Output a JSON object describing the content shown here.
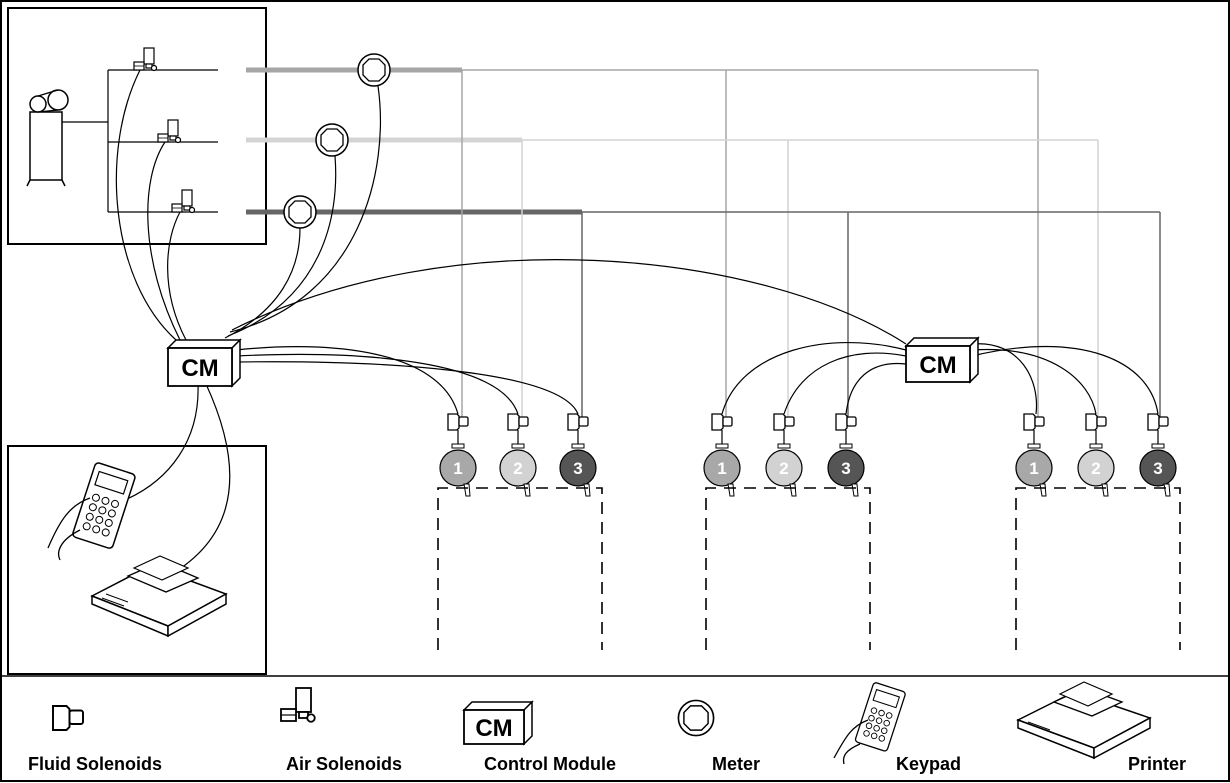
{
  "diagram": {
    "control_module_label": "CM",
    "pump_numbers": [
      "1",
      "2",
      "3"
    ],
    "colors": {
      "fluid_1": "#a6a6a6",
      "fluid_2": "#d4d4d4",
      "fluid_3": "#666666",
      "pump_1": "#a8a8a8",
      "pump_2": "#d2d2d2",
      "pump_3": "#555555",
      "wire": "#000000"
    }
  },
  "legend": {
    "fluid_solenoids": "Fluid Solenoids",
    "air_solenoids": "Air Solenoids",
    "control_module": "Control Module",
    "control_module_icon": "CM",
    "meter": "Meter",
    "keypad": "Keypad",
    "printer": "Printer"
  }
}
